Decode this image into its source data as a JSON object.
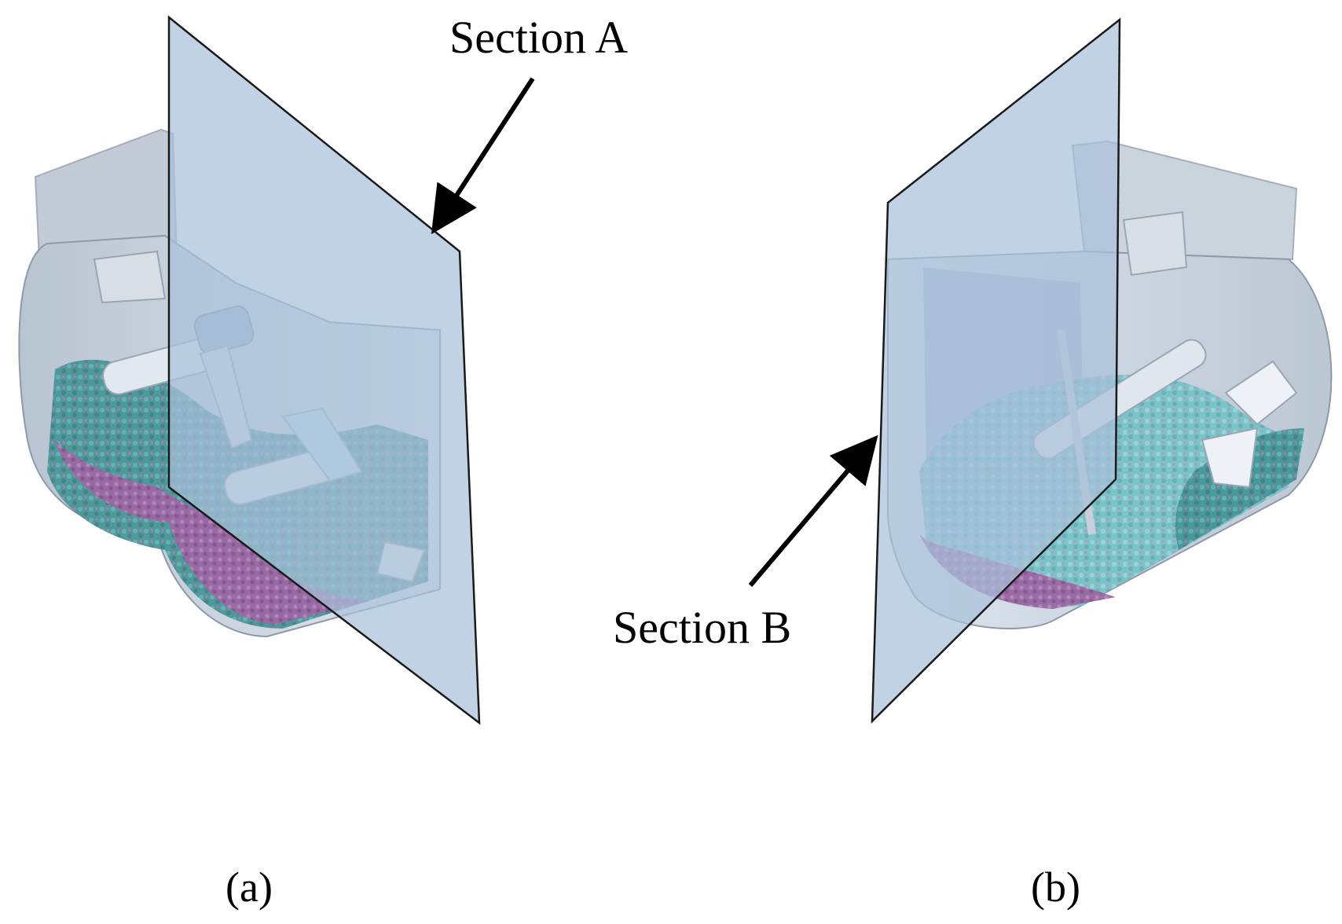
{
  "figure": {
    "panel_a": {
      "label": "(a)",
      "section_label": "Section A"
    },
    "panel_b": {
      "label": "(b)",
      "section_label": "Section B"
    }
  },
  "colors": {
    "section_plane": "#a9c0da",
    "section_edge": "#1a1a1a",
    "mixer_shell": "#c9d3df",
    "particles_teal": "#4f9a9c",
    "particles_cyan": "#7cc4c9",
    "particles_purple": "#a06aa6",
    "shaft": "#dde3ea",
    "arrow": "#000000"
  }
}
